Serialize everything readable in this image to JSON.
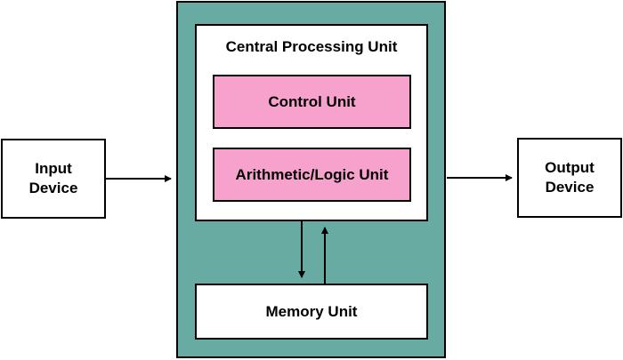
{
  "colors": {
    "system_fill": "#67aba2",
    "unit_fill": "#f7a1cd",
    "box_fill": "#ffffff",
    "stroke": "#000000"
  },
  "input_device": {
    "label": "Input\nDevice"
  },
  "output_device": {
    "label": "Output\nDevice"
  },
  "cpu": {
    "title": "Central Processing Unit",
    "control_unit": "Control Unit",
    "alu": "Arithmetic/Logic Unit"
  },
  "memory_unit": {
    "label": "Memory Unit"
  }
}
